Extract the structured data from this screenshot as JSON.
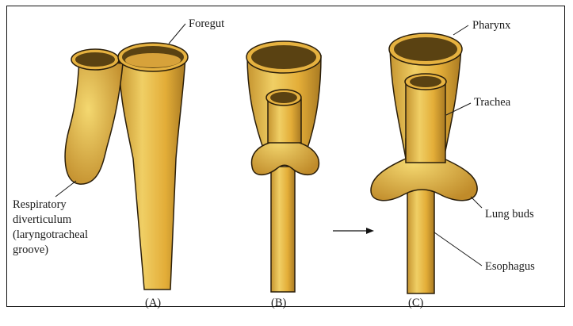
{
  "colors": {
    "tube_fill": "#e7b43c",
    "tube_light": "#f2d36b",
    "tube_shadow": "#b8862a",
    "lumen_dark": "#5a4212",
    "outline": "#2a1e0a"
  },
  "labels": {
    "foregut": "Foregut",
    "pharynx": "Pharynx",
    "trachea": "Trachea",
    "lung_buds": "Lung buds",
    "esophagus": "Esophagus",
    "respiratory_lines": [
      "Respiratory",
      "diverticulum",
      "(laryngotracheal",
      "groove)"
    ]
  },
  "panels": {
    "a": "(A)",
    "b": "(B)",
    "c": "(C)"
  }
}
